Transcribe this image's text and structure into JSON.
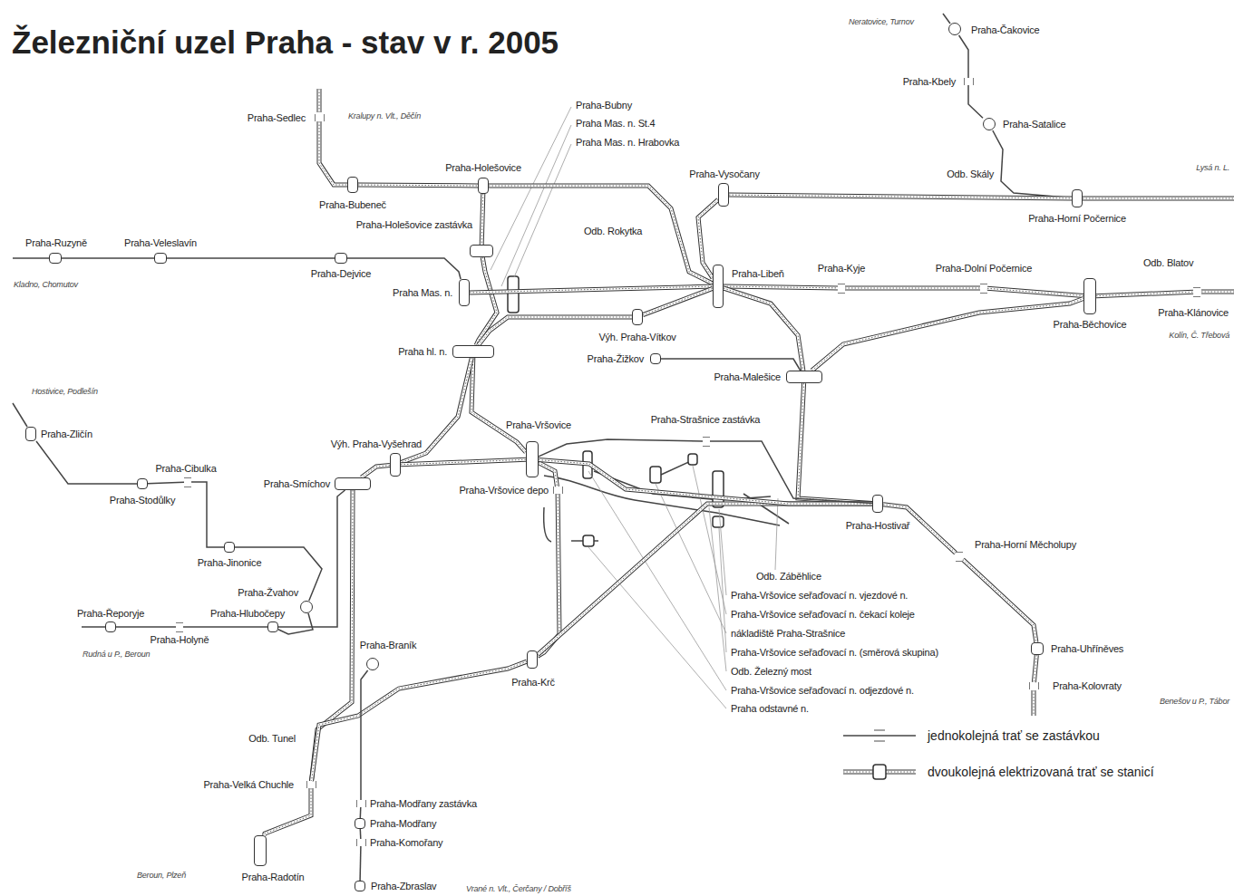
{
  "diagram": {
    "title": "Železniční uzel Praha - stav v r. 2005",
    "nodes": [
      {
        "text": [
          "Praha-Čakovice"
        ]
      },
      {
        "text": [
          "Praha-Kbely"
        ]
      },
      {
        "text": [
          "Praha-Satalice"
        ]
      },
      {
        "text": [
          "Praha-Sedlec"
        ]
      },
      {
        "text": [
          "Praha-Holešovice"
        ]
      },
      {
        "text": [
          "Praha-Vysočany"
        ]
      },
      {
        "text": [
          "Praha-Bubeneč"
        ]
      },
      {
        "text": [
          "Praha-Horní Počernice"
        ]
      },
      {
        "text": [
          "Praha-Holešovice zastávka"
        ]
      },
      {
        "text": [
          "Praha-Ruzyně"
        ]
      },
      {
        "text": [
          "Praha-Veleslavín"
        ]
      },
      {
        "text": [
          "Praha-Dejvice"
        ]
      },
      {
        "text": [
          "Praha-Kyje"
        ]
      },
      {
        "text": [
          "Praha-Dolní Počernice"
        ]
      },
      {
        "text": [
          "Praha-Libeň"
        ]
      },
      {
        "text": [
          "Praha Mas. n."
        ]
      },
      {
        "text": [
          "Praha-Běchovice"
        ]
      },
      {
        "text": [
          "Praha-Klánovice"
        ]
      },
      {
        "text": [
          "Výh. Praha-Vítkov"
        ]
      },
      {
        "text": [
          "Praha hl. n."
        ]
      },
      {
        "text": [
          "Praha-Žižkov"
        ]
      },
      {
        "text": [
          "Praha-Malešice"
        ]
      },
      {
        "text": [
          "Praha-Strašnice zastávka"
        ]
      },
      {
        "text": [
          "Praha-Zličín"
        ]
      },
      {
        "text": [
          "Výh. Praha-Vyšehrad"
        ]
      },
      {
        "text": [
          "Praha-Vršovice"
        ]
      },
      {
        "text": [
          "Praha-Cibulka"
        ]
      },
      {
        "text": [
          "Praha-Smíchov"
        ]
      },
      {
        "text": [
          "Praha-Stodůlky"
        ]
      },
      {
        "text": [
          "Praha-Vršovice depo"
        ]
      },
      {
        "text": [
          "Praha-Hostivař"
        ]
      },
      {
        "text": [
          "Praha-Jinonice"
        ]
      },
      {
        "text": [
          "Praha-Horní Měcholupy"
        ]
      },
      {
        "text": [
          "Praha-Žvahov"
        ]
      },
      {
        "text": [
          "Praha-Řeporyje"
        ]
      },
      {
        "text": [
          "Praha-Hlubočepy"
        ]
      },
      {
        "text": [
          "Praha-Holyně"
        ]
      },
      {
        "text": [
          "Praha-Uhříněves"
        ]
      },
      {
        "text": [
          "Praha-Braník"
        ]
      },
      {
        "text": [
          "Praha-Krč"
        ]
      },
      {
        "text": [
          "Praha-Kolovraty"
        ]
      },
      {
        "text": [
          "Praha-Velká Chuchle"
        ]
      },
      {
        "text": [
          "Praha-Modřany zastávka"
        ]
      },
      {
        "text": [
          "Praha-Modřany"
        ]
      },
      {
        "text": [
          "Praha-Komořany"
        ]
      },
      {
        "text": [
          "Praha-Radotín"
        ]
      },
      {
        "text": [
          "Praha-Zbraslav"
        ]
      }
    ],
    "edges": [
      {
        "from": 0,
        "to": 1,
        "arrow": "none"
      },
      {
        "from": 1,
        "to": 2,
        "arrow": "none"
      },
      {
        "from": 2,
        "to": 7,
        "arrow": "none"
      },
      {
        "from": 3,
        "to": 6,
        "arrow": "none"
      },
      {
        "from": 6,
        "to": 4,
        "arrow": "none"
      },
      {
        "from": 4,
        "to": 14,
        "arrow": "none"
      },
      {
        "from": 4,
        "to": 8,
        "arrow": "none"
      },
      {
        "from": 8,
        "to": 19,
        "arrow": "none"
      },
      {
        "from": 9,
        "to": 10,
        "arrow": "none"
      },
      {
        "from": 10,
        "to": 11,
        "arrow": "none"
      },
      {
        "from": 11,
        "to": 15,
        "arrow": "none"
      },
      {
        "from": 15,
        "to": 14,
        "arrow": "none"
      },
      {
        "from": 5,
        "to": 7,
        "arrow": "none"
      },
      {
        "from": 5,
        "to": 14,
        "arrow": "none"
      },
      {
        "from": 14,
        "to": 12,
        "arrow": "none"
      },
      {
        "from": 12,
        "to": 13,
        "arrow": "none"
      },
      {
        "from": 13,
        "to": 16,
        "arrow": "none"
      },
      {
        "from": 16,
        "to": 17,
        "arrow": "none"
      },
      {
        "from": 19,
        "to": 18,
        "arrow": "none"
      },
      {
        "from": 18,
        "to": 14,
        "arrow": "none"
      },
      {
        "from": 14,
        "to": 21,
        "arrow": "none"
      },
      {
        "from": 20,
        "to": 21,
        "arrow": "none"
      },
      {
        "from": 21,
        "to": 16,
        "arrow": "none"
      },
      {
        "from": 21,
        "to": 30,
        "arrow": "none"
      },
      {
        "from": 19,
        "to": 25,
        "arrow": "none"
      },
      {
        "from": 19,
        "to": 24,
        "arrow": "none"
      },
      {
        "from": 24,
        "to": 25,
        "arrow": "none"
      },
      {
        "from": 24,
        "to": 27,
        "arrow": "none"
      },
      {
        "from": 27,
        "to": 41,
        "arrow": "none"
      },
      {
        "from": 41,
        "to": 45,
        "arrow": "none"
      },
      {
        "from": 35,
        "to": 27,
        "arrow": "none"
      },
      {
        "from": 34,
        "to": 36,
        "arrow": "none"
      },
      {
        "from": 36,
        "to": 35,
        "arrow": "none"
      },
      {
        "from": 23,
        "to": 28,
        "arrow": "none"
      },
      {
        "from": 28,
        "to": 26,
        "arrow": "none"
      },
      {
        "from": 26,
        "to": 31,
        "arrow": "none"
      },
      {
        "from": 31,
        "to": 33,
        "arrow": "none"
      },
      {
        "from": 33,
        "to": 35,
        "arrow": "none"
      },
      {
        "from": 25,
        "to": 29,
        "arrow": "none"
      },
      {
        "from": 29,
        "to": 39,
        "arrow": "none"
      },
      {
        "from": 39,
        "to": 41,
        "arrow": "none"
      },
      {
        "from": 39,
        "to": 30,
        "arrow": "none"
      },
      {
        "from": 25,
        "to": 30,
        "arrow": "none"
      },
      {
        "from": 25,
        "to": 22,
        "arrow": "none"
      },
      {
        "from": 22,
        "to": 30,
        "arrow": "none"
      },
      {
        "from": 30,
        "to": 32,
        "arrow": "none"
      },
      {
        "from": 32,
        "to": 37,
        "arrow": "none"
      },
      {
        "from": 37,
        "to": 40,
        "arrow": "none"
      },
      {
        "from": 38,
        "to": 42,
        "arrow": "none"
      },
      {
        "from": 42,
        "to": 43,
        "arrow": "none"
      },
      {
        "from": 43,
        "to": 44,
        "arrow": "none"
      },
      {
        "from": 44,
        "to": 46,
        "arrow": "none"
      }
    ],
    "labels": [
      "Kralupy n. Vlt., Děčín",
      "Praha-Bubny",
      "Praha Mas. n. St.4",
      "Praha Mas. n. Hrabovka",
      "Neratovice, Turnov",
      "Odb. Skály",
      "Lysá n. L.",
      "Odb. Rokytka",
      "Kladno, Chomutov",
      "Odb. Blatov",
      "Kolín, Č. Třebová",
      "Hostivice, Podlešín",
      "Rudná u P., Beroun",
      "Odb. Tunel",
      "Beroun, Plzeň",
      "Vrané n. Vlt., Čerčany / Dobříš",
      "Benešov u P., Tábor",
      "Odb. Záběhlice",
      "Praha-Vršovice seřaďovací n. vjezdové n.",
      "Praha-Vršovice seřaďovací n. čekací koleje",
      "nákladiště Praha-Strašnice",
      "Praha-Vršovice seřaďovací n. (směrová skupina)",
      "Odb. Železný most",
      "Praha-Vršovice seřaďovací n. odjezdové n.",
      "Praha odstavné n."
    ],
    "legend": [
      {
        "text": "jednokolejná trať se zastávkou"
      },
      {
        "text": "dvoukolejná elektrizovaná trať se stanicí"
      }
    ]
  }
}
